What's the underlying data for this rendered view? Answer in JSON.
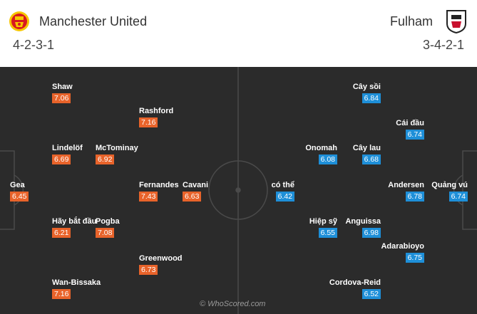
{
  "home": {
    "name": "Manchester United",
    "formation": "4-2-3-1",
    "color": "#e8632a",
    "crest_icon": "manchester-united-crest-icon",
    "players": [
      {
        "id": "shaw",
        "name": "Shaw",
        "rating": "7.06"
      },
      {
        "id": "rashford",
        "name": "Rashford",
        "rating": "7.16"
      },
      {
        "id": "lindelof",
        "name": "Lindelöf",
        "rating": "6.69"
      },
      {
        "id": "mctominay",
        "name": "McTominay",
        "rating": "6.92"
      },
      {
        "id": "gea",
        "name": "Gea",
        "rating": "6.45"
      },
      {
        "id": "fernandes",
        "name": "Fernandes",
        "rating": "7.43"
      },
      {
        "id": "cavani",
        "name": "Cavani",
        "rating": "6.63"
      },
      {
        "id": "hay-bat-dau",
        "name": "Hãy bắt đầu",
        "rating": "6.21"
      },
      {
        "id": "pogba",
        "name": "Pogba",
        "rating": "7.08"
      },
      {
        "id": "greenwood",
        "name": "Greenwood",
        "rating": "6.73"
      },
      {
        "id": "wan-bissaka",
        "name": "Wan-Bissaka",
        "rating": "7.16"
      }
    ]
  },
  "away": {
    "name": "Fulham",
    "formation": "3-4-2-1",
    "color": "#1e8fd8",
    "crest_icon": "fulham-crest-icon",
    "players": [
      {
        "id": "cay-soi",
        "name": "Cây sồi",
        "rating": "6.84"
      },
      {
        "id": "cai-dau",
        "name": "Cái đầu",
        "rating": "6.74"
      },
      {
        "id": "onomah",
        "name": "Onomah",
        "rating": "6.08"
      },
      {
        "id": "cay-lau",
        "name": "Cây lau",
        "rating": "6.68"
      },
      {
        "id": "co-the",
        "name": "có thể",
        "rating": "6.42"
      },
      {
        "id": "andersen",
        "name": "Andersen",
        "rating": "6.78"
      },
      {
        "id": "quang-vu",
        "name": "Quảng vú",
        "rating": "6.74"
      },
      {
        "id": "hiep-sy",
        "name": "Hiệp sỹ",
        "rating": "6.55"
      },
      {
        "id": "anguissa",
        "name": "Anguissa",
        "rating": "6.98"
      },
      {
        "id": "adarabioyo",
        "name": "Adarabioyo",
        "rating": "6.75"
      },
      {
        "id": "cordova-reid",
        "name": "Cordova-Reid",
        "rating": "6.52"
      }
    ]
  },
  "watermark": "© WhoScored.com"
}
